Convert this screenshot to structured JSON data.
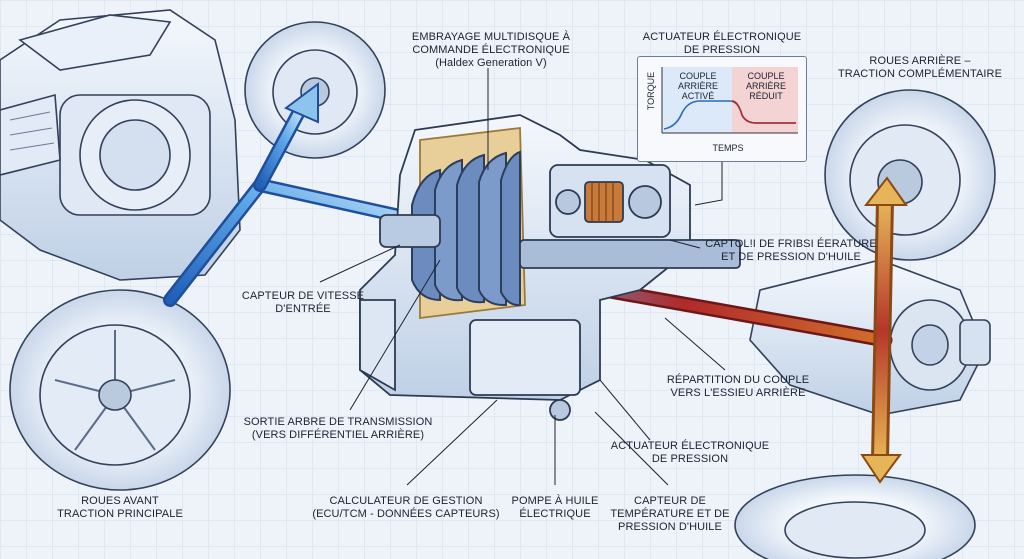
{
  "diagram": {
    "labels": {
      "clutch": "EMBRAYAGE MULTIDISQUE À\nCOMMANDE ÉLECTRONIQUE",
      "clutch_sub": "(Haldex Generation V)",
      "actuator_top": "ACTUATEUR ÉLECTRONIQUE\nDE PRESSION",
      "rear_wheels": "ROUES ARRIÈRE –\nTRACTION COMPLÉMENTAIRE",
      "temp_sensor_right": "CAPTOL!I DE FRIBSI ÉERATURE\nET DE PRESSION D'HUILE",
      "input_speed": "CAPTEUR DE VITESSE\nD'ENTRÉE",
      "torque_split": "RÉPARTITION DU COUPLE\nVERS L'ESSIEU ARRIÈRE",
      "output_shaft": "SORTIE ARBRE DE TRANSMISSION\n(VERS DIFFÉRENTIEL ARRIÈRE)",
      "actuator_bottom": "ACTUATEUR ÉLECTRONIQUE\nDE PRESSION",
      "front_wheels": "ROUES AVANT\nTRACTION PRINCIPALE",
      "ecu": "CALCULATEUR DE GESTION\n(ECU/TCM - DONNÉES CAPTEURS)",
      "oil_pump": "POMPE À HUILE\nÉLECTRIQUE",
      "temp_sensor_bottom": "CAPTEUR DE\nTEMPÉRATURE ET DE\nPRESSION D'HUILE"
    },
    "inset": {
      "y_label": "TORQUE",
      "x_label": "TEMPS",
      "left_phase": "COUPLE\nARRIÈRE\nACTIVÉ",
      "right_phase": "COUPLE\nARRIÈRE\nRÉDUIT"
    },
    "colors": {
      "front_flow": "#3b7fd0",
      "rear_flow_hot": "#b02a2a",
      "rear_flow_warm": "#e0a848",
      "outline": "#2d3b52",
      "copper": "#c87a3a"
    }
  }
}
